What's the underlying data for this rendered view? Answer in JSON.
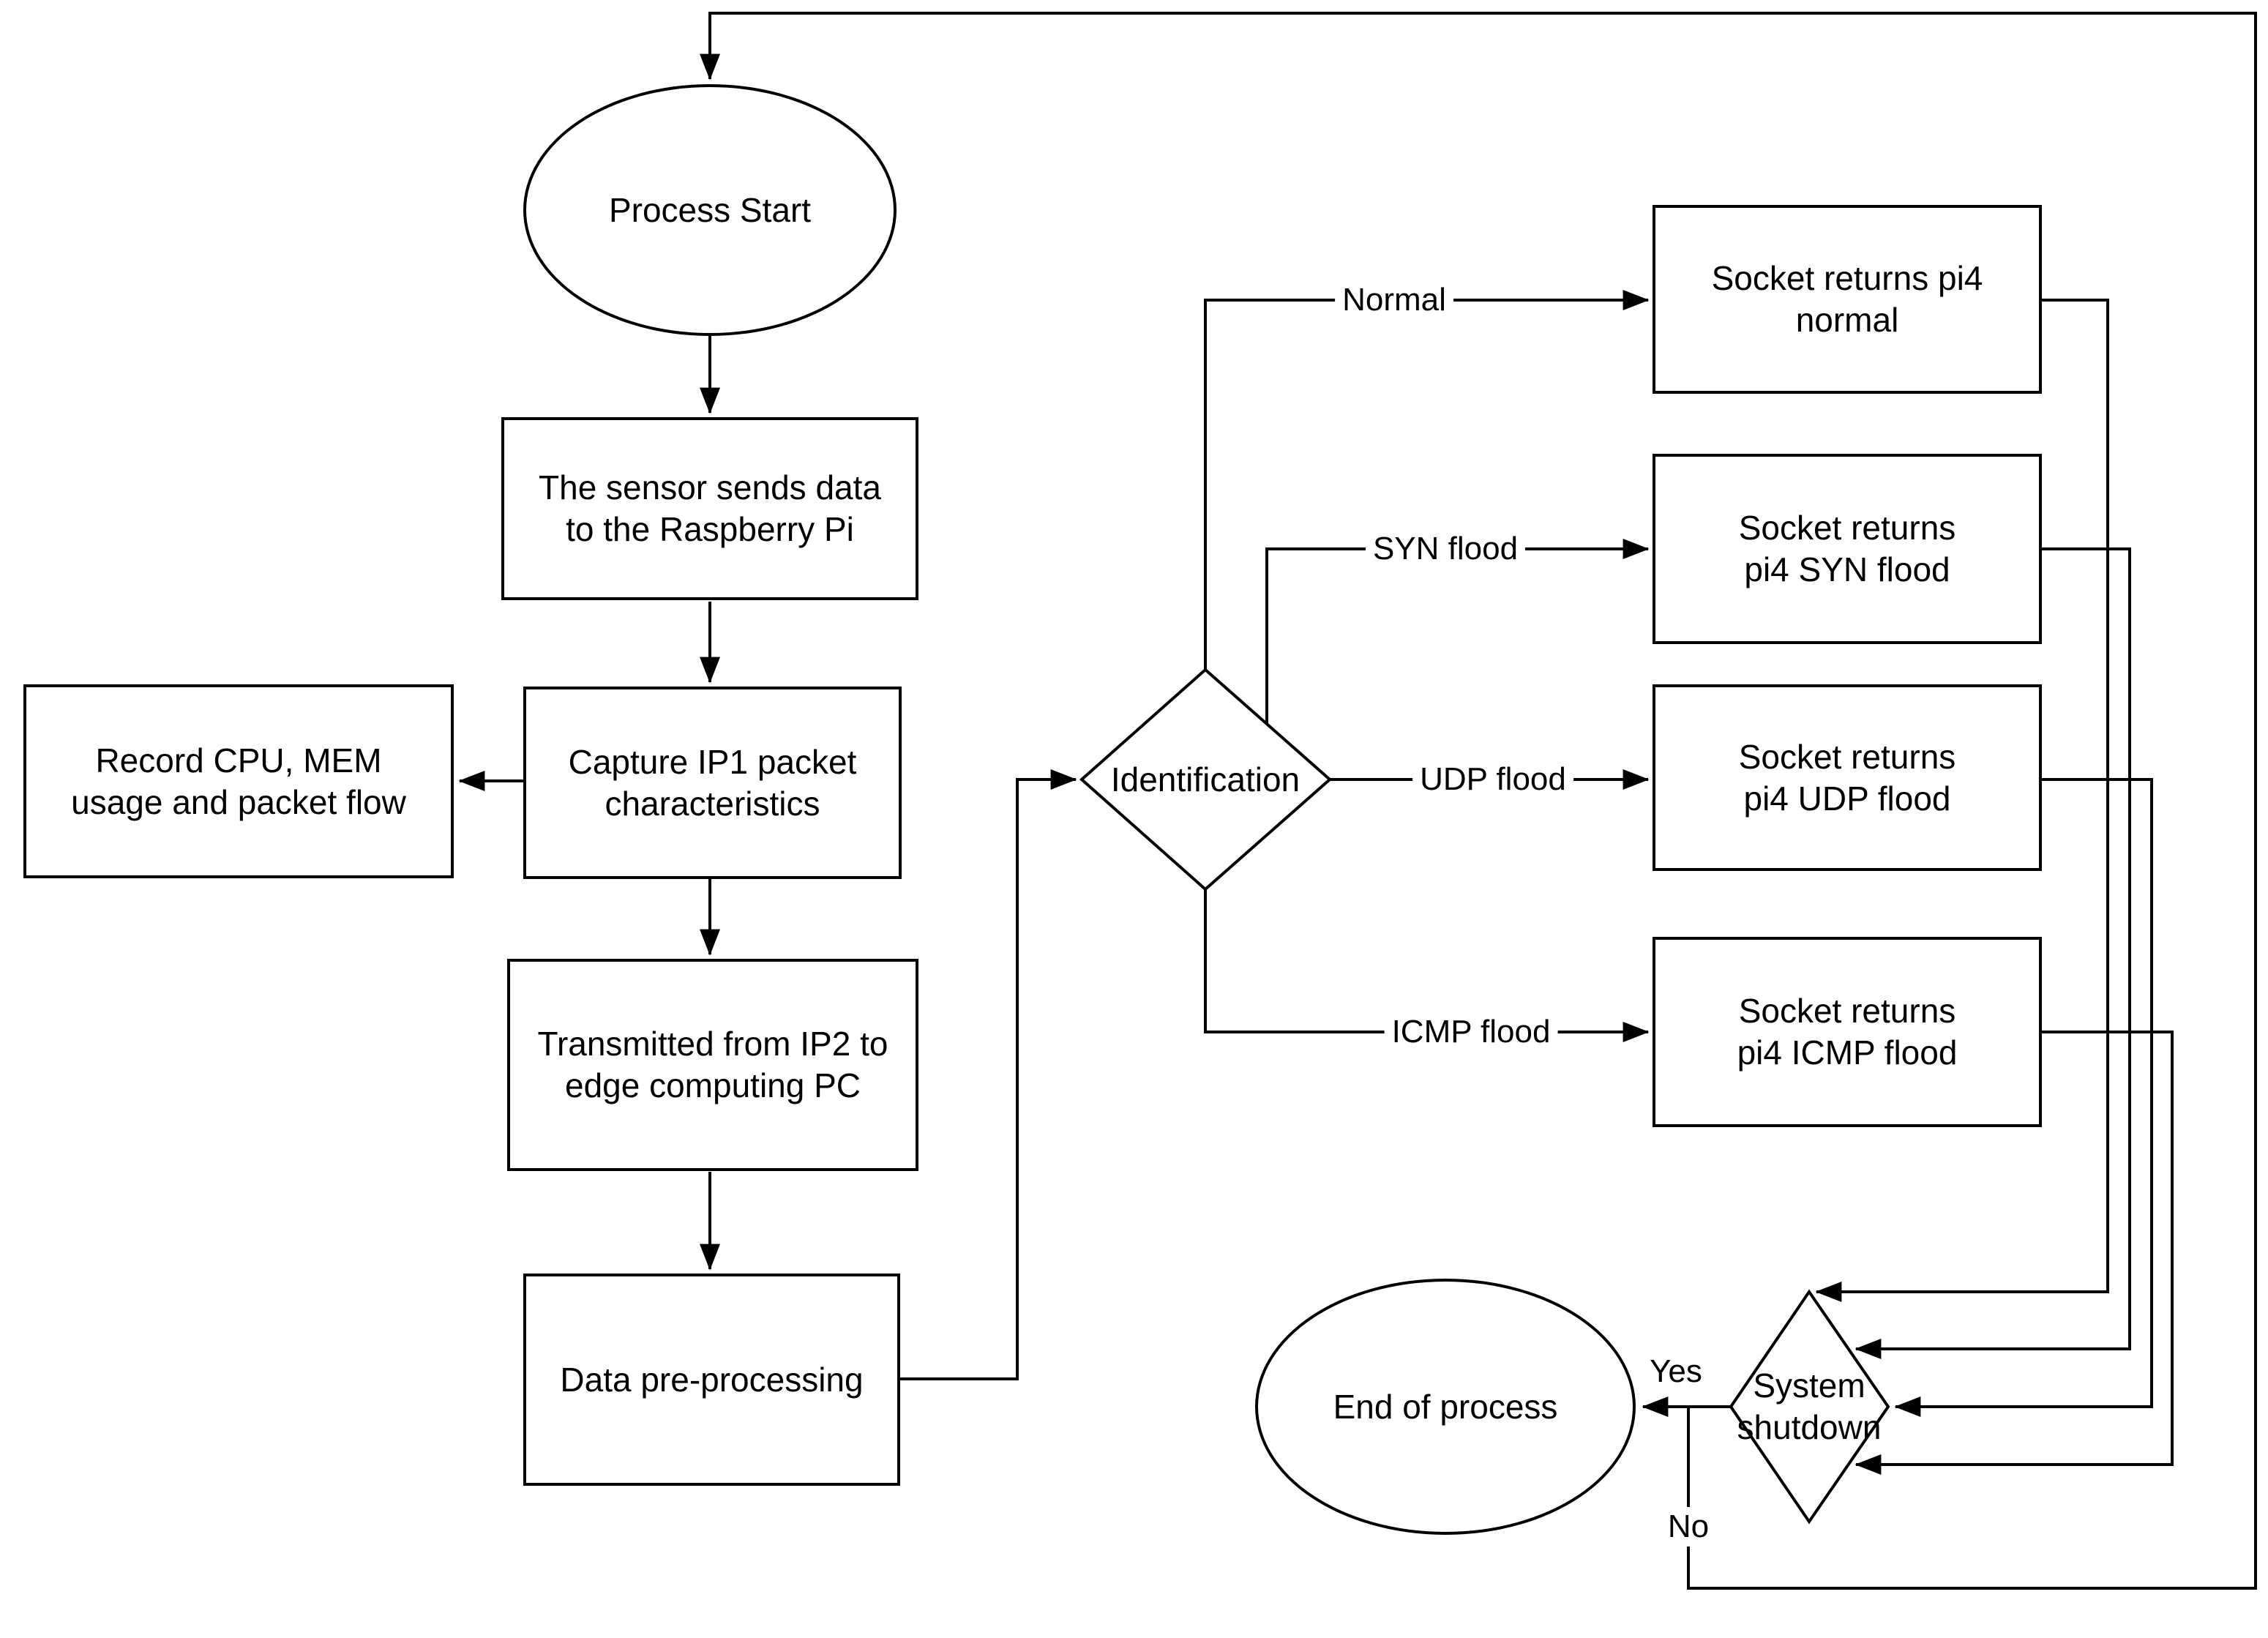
{
  "colors": {
    "stroke": "#000000",
    "shape_fill": "#ffffff",
    "text": "#000000",
    "background": "#ffffff"
  },
  "nodes": {
    "process_start": {
      "type": "terminator",
      "lines": [
        "Process Start"
      ]
    },
    "sensor": {
      "type": "process",
      "lines": [
        "The sensor sends data",
        "to the Raspberry Pi"
      ]
    },
    "record": {
      "type": "process",
      "lines": [
        "Record CPU, MEM",
        "usage and packet flow"
      ]
    },
    "capture": {
      "type": "process",
      "lines": [
        "Capture IP1 packet",
        "characteristics"
      ]
    },
    "transmitted": {
      "type": "process",
      "lines": [
        "Transmitted from IP2 to",
        "edge computing PC"
      ]
    },
    "preprocessing": {
      "type": "process",
      "lines": [
        "Data pre-processing"
      ]
    },
    "identification": {
      "type": "decision",
      "lines": [
        "Identification"
      ]
    },
    "socket_normal": {
      "type": "process",
      "lines": [
        "Socket returns pi4",
        "normal"
      ]
    },
    "socket_syn": {
      "type": "process",
      "lines": [
        "Socket returns",
        "pi4 SYN flood"
      ]
    },
    "socket_udp": {
      "type": "process",
      "lines": [
        "Socket returns",
        "pi4 UDP flood"
      ]
    },
    "socket_icmp": {
      "type": "process",
      "lines": [
        "Socket returns",
        "pi4 ICMP flood"
      ]
    },
    "system_shutdown": {
      "type": "decision",
      "lines": [
        "System",
        "shutdown"
      ]
    },
    "end_of_process": {
      "type": "terminator",
      "lines": [
        "End of process"
      ]
    }
  },
  "edge_labels": {
    "normal": "Normal",
    "syn": "SYN flood",
    "udp": "UDP flood",
    "icmp": "ICMP flood",
    "yes": "Yes",
    "no": "No"
  }
}
